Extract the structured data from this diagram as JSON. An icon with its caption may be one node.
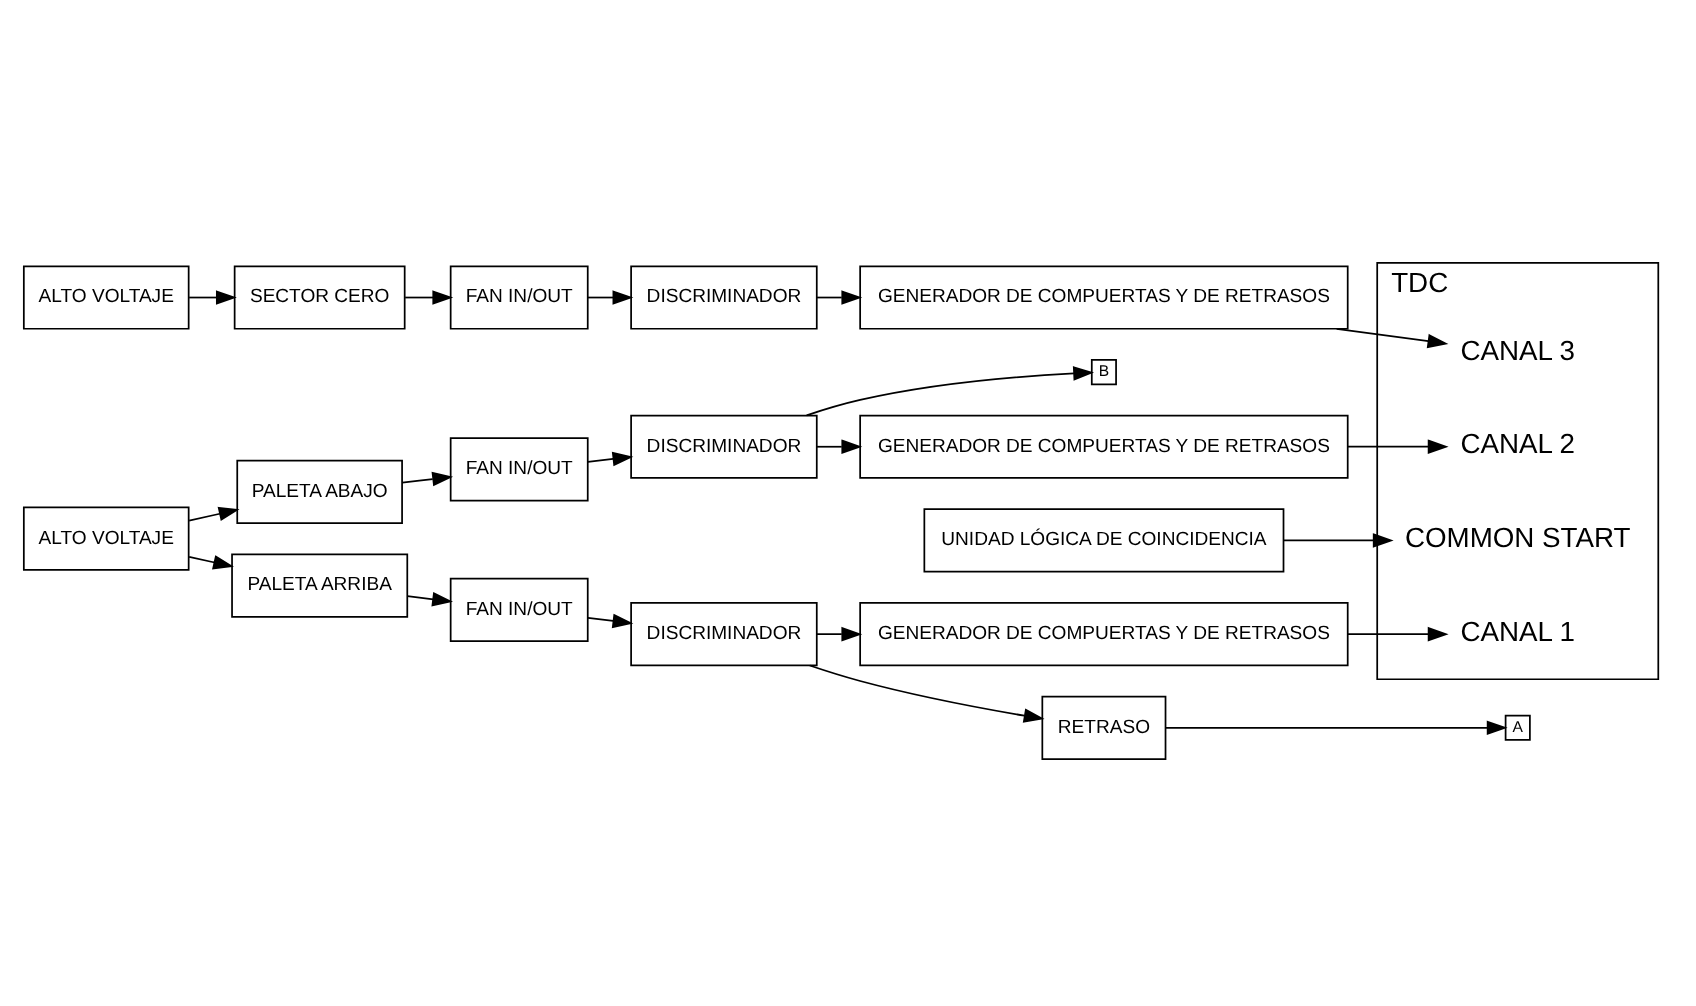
{
  "diagram": {
    "nodes": [
      {
        "text": [
          "PALETA ARRIBA"
        ]
      },
      {
        "text": [
          "FAN IN/OUT"
        ]
      },
      {
        "text": [
          "DISCRIMINADOR"
        ]
      },
      {
        "text": [
          "GENERADOR DE COMPUERTAS Y DE RETRASOS"
        ]
      },
      {
        "text": [
          "TDC"
        ]
      },
      {
        "text": [
          "CANAL 1"
        ],
        "in": 4
      },
      {
        "text": [
          "CANAL 2"
        ],
        "in": 4
      },
      {
        "text": [
          "CANAL 3"
        ],
        "in": 4
      },
      {
        "text": [
          "COMMON START"
        ],
        "in": 4
      },
      {
        "text": [
          "RETRASO"
        ]
      },
      {
        "text": [
          "A"
        ]
      },
      {
        "text": [
          "UNIDAD LÓGICA DE COINCIDENCIA"
        ]
      },
      {
        "text": [
          "B"
        ]
      },
      {
        "text": [
          "ALTO VOLTAJE"
        ]
      },
      {
        "text": [
          "PALETA ABAJO"
        ]
      },
      {
        "text": [
          "FAN IN/OUT"
        ]
      },
      {
        "text": [
          "DISCRIMINADOR"
        ]
      },
      {
        "text": [
          "GENERADOR DE COMPUERTAS Y DE RETRASOS"
        ]
      },
      {
        "text": [
          "ALTO VOLTAJE"
        ]
      },
      {
        "text": [
          "SECTOR CERO"
        ]
      },
      {
        "text": [
          "FAN IN/OUT"
        ]
      },
      {
        "text": [
          "DISCRIMINADOR"
        ]
      },
      {
        "text": [
          "GENERADOR DE COMPUERTAS Y DE RETRASOS"
        ]
      }
    ],
    "edges": [
      {
        "from": 13,
        "to": 0,
        "arrow": "to"
      },
      {
        "from": 0,
        "to": 1,
        "arrow": "to"
      },
      {
        "from": 1,
        "to": 2,
        "arrow": "to"
      },
      {
        "from": 2,
        "to": 3,
        "arrow": "to"
      },
      {
        "from": 3,
        "to": 5,
        "arrow": "to"
      },
      {
        "from": 2,
        "to": 9,
        "arrow": "to"
      },
      {
        "from": 9,
        "to": 10,
        "arrow": "to"
      },
      {
        "from": 11,
        "to": 8,
        "arrow": "to"
      },
      {
        "from": 13,
        "to": 14,
        "arrow": "to"
      },
      {
        "from": 14,
        "to": 15,
        "arrow": "to"
      },
      {
        "from": 15,
        "to": 16,
        "arrow": "to"
      },
      {
        "from": 16,
        "to": 12,
        "arrow": "to"
      },
      {
        "from": 16,
        "to": 17,
        "arrow": "to"
      },
      {
        "from": 17,
        "to": 6,
        "arrow": "to"
      },
      {
        "from": 18,
        "to": 19,
        "arrow": "to"
      },
      {
        "from": 19,
        "to": 20,
        "arrow": "to"
      },
      {
        "from": 20,
        "to": 21,
        "arrow": "to"
      },
      {
        "from": 21,
        "to": 22,
        "arrow": "to"
      },
      {
        "from": 22,
        "to": 7,
        "arrow": "to"
      }
    ]
  }
}
